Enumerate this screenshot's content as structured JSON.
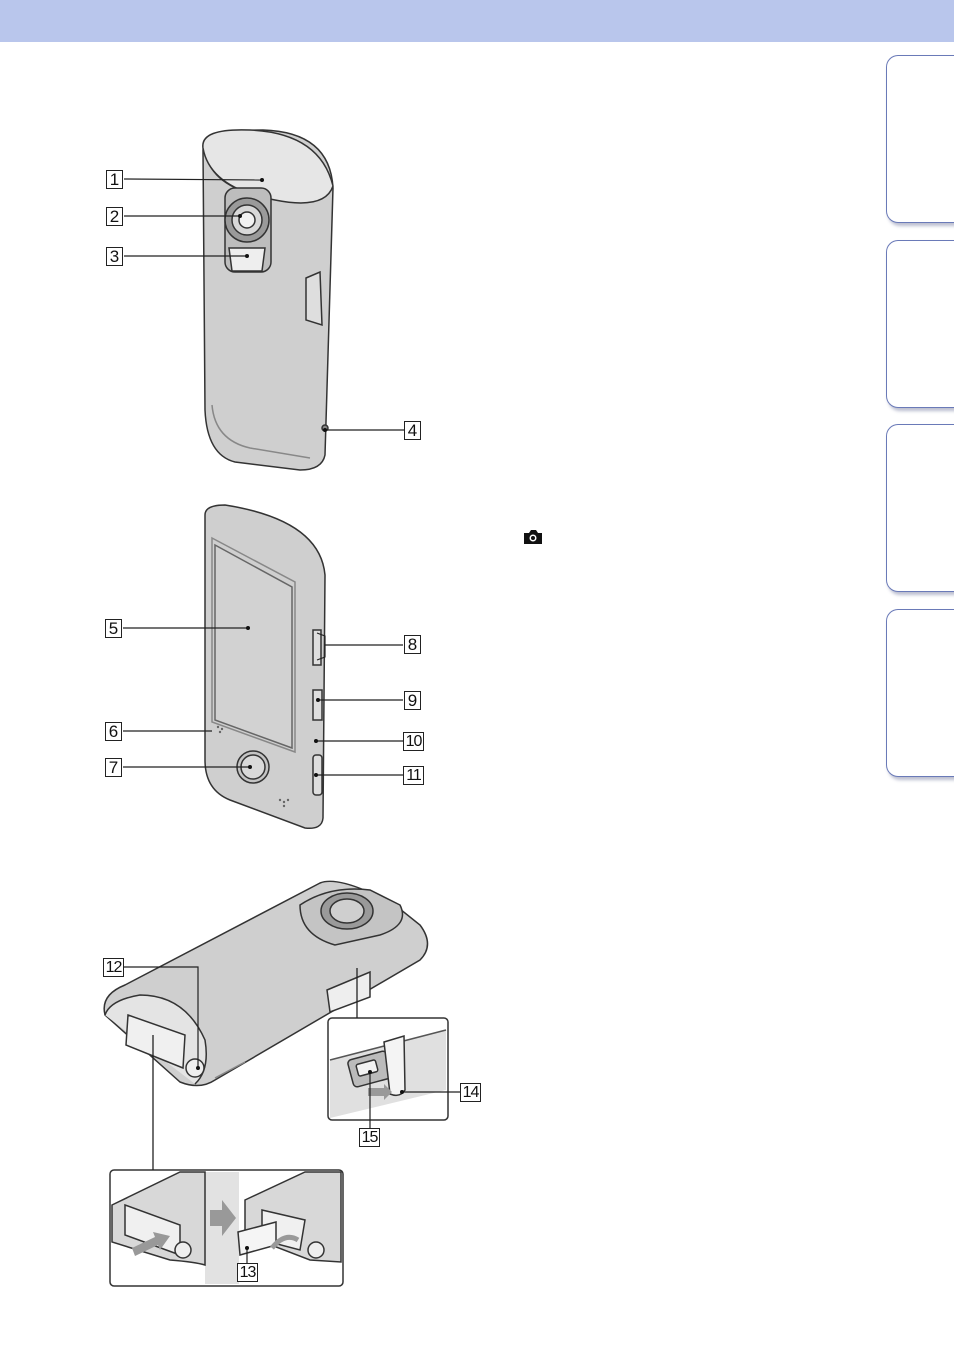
{
  "header": {
    "color": "#b9c6ec"
  },
  "side_tabs": [
    {
      "label": ""
    },
    {
      "label": ""
    },
    {
      "label": ""
    },
    {
      "label": ""
    }
  ],
  "callouts": [
    "1",
    "2",
    "3",
    "4",
    "5",
    "6",
    "7",
    "8",
    "9",
    "10",
    "11",
    "12",
    "13",
    "14",
    "15"
  ],
  "icons": {
    "camera": "camera-icon"
  }
}
